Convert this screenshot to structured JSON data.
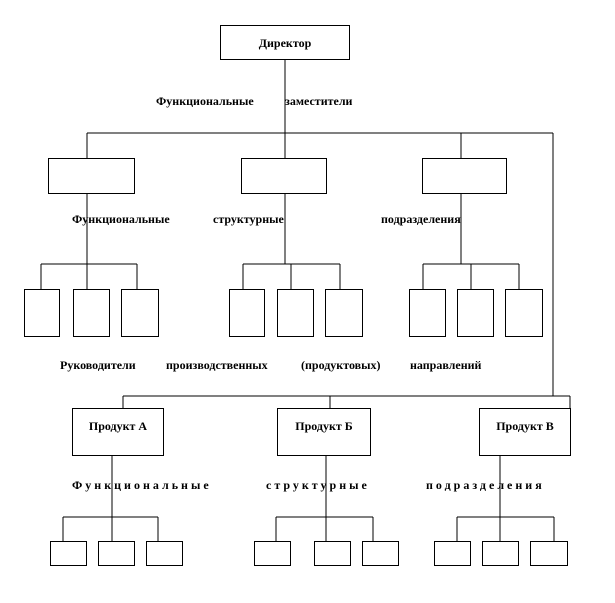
{
  "director": {
    "label": "Директор"
  },
  "deputies_caption": {
    "word1": "Функциональные",
    "word2": "заместители"
  },
  "divisions_caption": {
    "word1": "Функциональные",
    "word2": "структурные",
    "word3": "подразделения"
  },
  "managers_caption": {
    "word1": "Руководители",
    "word2": "производственных",
    "word3": "(продуктовых)",
    "word4": "направлений"
  },
  "products": [
    {
      "label": "Продукт А"
    },
    {
      "label": "Продукт Б"
    },
    {
      "label": "Продукт В"
    }
  ],
  "product_divisions_caption": {
    "word1": "Функциональные",
    "word2": "структурные",
    "word3": "подразделения"
  }
}
